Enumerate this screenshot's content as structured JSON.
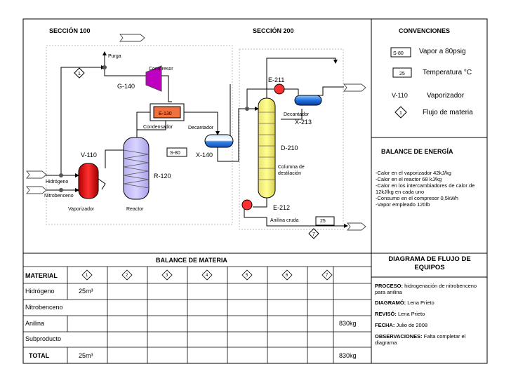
{
  "sections": {
    "s100": "SECCIÓN 100",
    "s200": "SECCIÓN 200",
    "conventions": "CONVENCIONES",
    "energy": "BALANCE DE ENERGÍA",
    "material": "BALANCE DE MATERIA",
    "diagram": "DIAGRAMA DE FLUJO DE EQUIPOS"
  },
  "equipment": {
    "purge": "Purga",
    "compressor": "Compresor",
    "g140": "G-140",
    "e130": "E-130",
    "condenser": "Condensador",
    "decanter1": "Decantador",
    "x140": "X-140",
    "v110": "V-110",
    "s80": "S-80",
    "r120": "R-120",
    "hydrogen": "Hidrógeno",
    "nitro": "Nitrobenceno",
    "vaporizer": "Vaporizador",
    "reactor": "Reactor",
    "e211": "E-211",
    "decanter2": "Decantador",
    "x213": "X-213",
    "d210": "D-210",
    "column": "Columna de destilación",
    "e212": "E-212",
    "aniline_crude": "Anilina cruda",
    "temp25": "25"
  },
  "flows": [
    "1",
    "2",
    "3",
    "4",
    "5",
    "6",
    "7"
  ],
  "conventions": [
    {
      "symbol": "S-80",
      "text": "Vapor a 80psig"
    },
    {
      "symbol": "25",
      "text": "Temperatura °C"
    },
    {
      "symbol": "V-110",
      "text": "Vaporizador"
    },
    {
      "symbol": "1",
      "text": "Flujo de materia"
    }
  ],
  "energy_balance": [
    "-Calor en el vaporizador 42kJ/kg",
    "-Calor en el reactor 68 kJ/kg",
    "-Calor en los intercambiadores de calor de 12kJ/kg en cada uno",
    "-Consumo en el compresor 0,5kWh",
    "-Vapor empleado 120lb"
  ],
  "material_table": {
    "header": "MATERIAL",
    "rows": [
      {
        "name": "Hidrógeno",
        "c1": "25m³",
        "c7": ""
      },
      {
        "name": "Nitrobenceno",
        "c1": "",
        "c7": ""
      },
      {
        "name": "Anilina",
        "c1": "",
        "c7": "830kg"
      },
      {
        "name": "Subproducto",
        "c1": "",
        "c7": ""
      },
      {
        "name": "TOTAL",
        "c1": "25m³",
        "c7": "830kg"
      }
    ]
  },
  "info": {
    "process_label": "PROCESO:",
    "process_value": "hidrogenación de nitrobenceno para anilina",
    "drew_label": "DIAGRAMÓ:",
    "drew_value": "Lena Prieto",
    "reviewed_label": "REVISÓ:",
    "reviewed_value": "Lena Prieto",
    "date_label": "FECHA:",
    "date_value": "Julio de 2008",
    "obs_label": "OBSERVACIONES:",
    "obs_value": "Falta completar el diagrama"
  }
}
